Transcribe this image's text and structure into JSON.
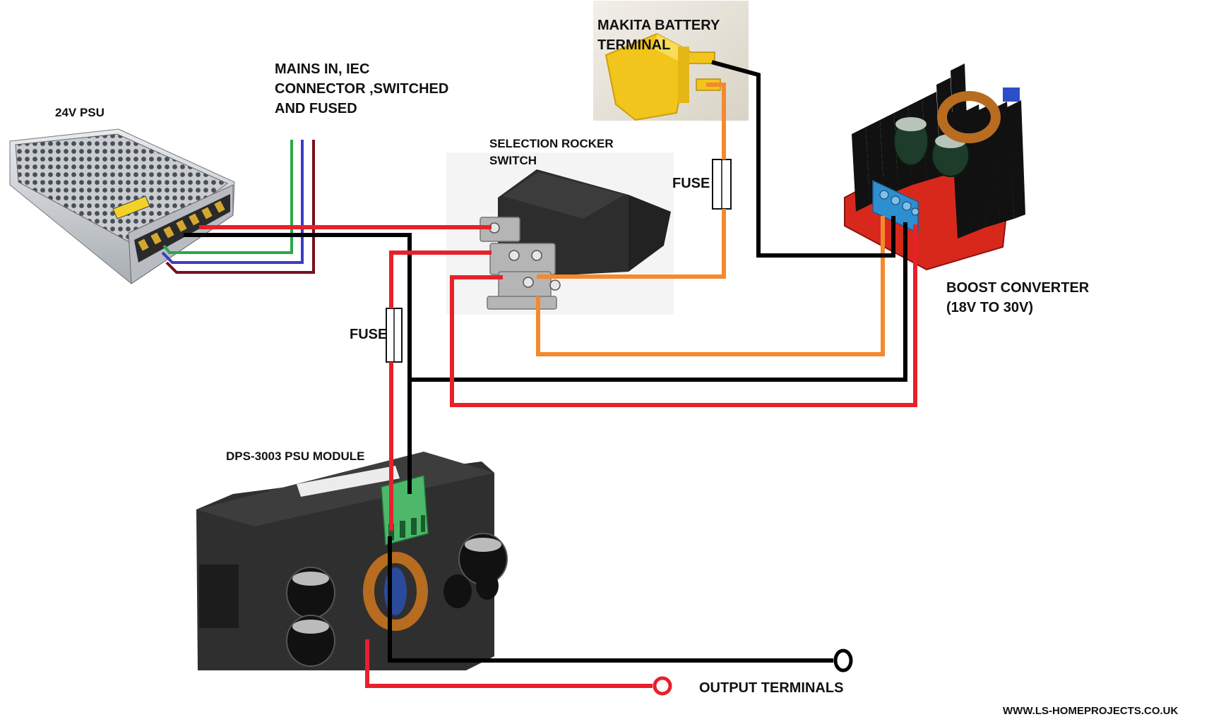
{
  "labels": {
    "mains": [
      "MAINS IN,  IEC",
      "CONNECTOR ,SWITCHED",
      "AND FUSED"
    ],
    "psu24": "24V PSU",
    "makita": [
      "MAKITA BATTERY",
      "TERMINAL"
    ],
    "rocker": [
      "SELECTION ROCKER",
      "SWITCH"
    ],
    "fuse_top": "FUSE",
    "fuse_left": "FUSE",
    "boost": [
      "BOOST CONVERTER",
      "(18V  TO 30V)"
    ],
    "dps": "DPS-3003 PSU MODULE",
    "output": "OUTPUT TERMINALS",
    "website": "WWW.LS-HOMEPROJECTS.CO.UK"
  },
  "colors": {
    "red": "#e8202a",
    "black": "#000000",
    "orange": "#f5892c",
    "green": "#2aa84a",
    "blue": "#3c3cc8",
    "maroon": "#7a1020"
  }
}
